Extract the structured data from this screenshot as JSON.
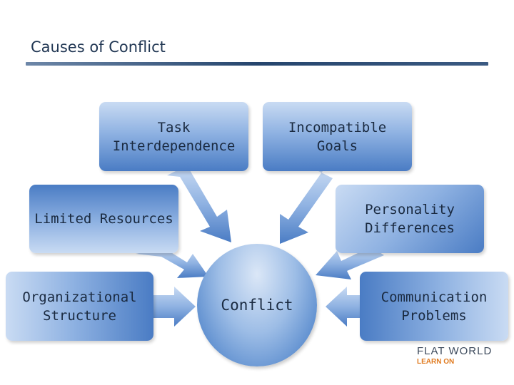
{
  "header": {
    "title": "Causes of Conflict"
  },
  "diagram": {
    "center": "Conflict",
    "causes": {
      "task_interdependence": "Task\nInterdependence",
      "incompatible_goals": "Incompatible\nGoals",
      "limited_resources": "Limited Resources",
      "personality_differences": "Personality\nDifferences",
      "organizational_structure": "Organizational\nStructure",
      "communication_problems": "Communication\nProblems"
    }
  },
  "logo": {
    "line1": "FLAT WORLD",
    "line2": "LEARN ON"
  },
  "colors": {
    "title_text": "#1f3552",
    "box_dark": "#4a7cc4",
    "box_light": "#c9dbf3",
    "logo_orange": "#e07a1f"
  }
}
